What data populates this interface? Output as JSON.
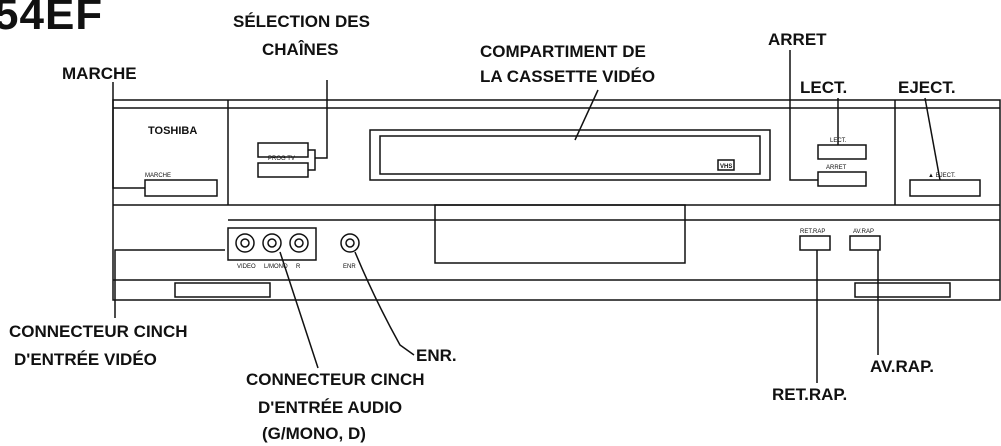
{
  "model": "54EF",
  "labels": {
    "marche": "MARCHE",
    "selection_line1": "SÉLECTION DES",
    "selection_line2": "CHAÎNES",
    "compartiment_line1": "COMPARTIMENT DE",
    "compartiment_line2": "LA CASSETTE VIDÉO",
    "arret": "ARRET",
    "lect": "LECT.",
    "eject": "EJECT.",
    "video_in_line1": "CONNECTEUR CINCH",
    "video_in_line2": "D'ENTRÉE VIDÉO",
    "enr": "ENR.",
    "audio_in_line1": "CONNECTEUR CINCH",
    "audio_in_line2": "D'ENTRÉE AUDIO",
    "audio_in_line3": "(G/MONO, D)",
    "avrap": "AV.RAP.",
    "retrap": "RET.RAP."
  },
  "device": {
    "brand": "TOSHIBA",
    "marche_small": "MARCHE",
    "prog_tv": "PROG TV",
    "lect_small": "LECT.",
    "arret_small": "ARRET",
    "eject_small": "▲ EJECT.",
    "retrap_small": "RET.RAP",
    "avrap_small": "AV.RAP",
    "video_small": "VIDEO",
    "audio_l_small": "L/MONO",
    "audio_r_small": "R",
    "enr_small": "ENR",
    "vhs_logo": "VHS"
  }
}
